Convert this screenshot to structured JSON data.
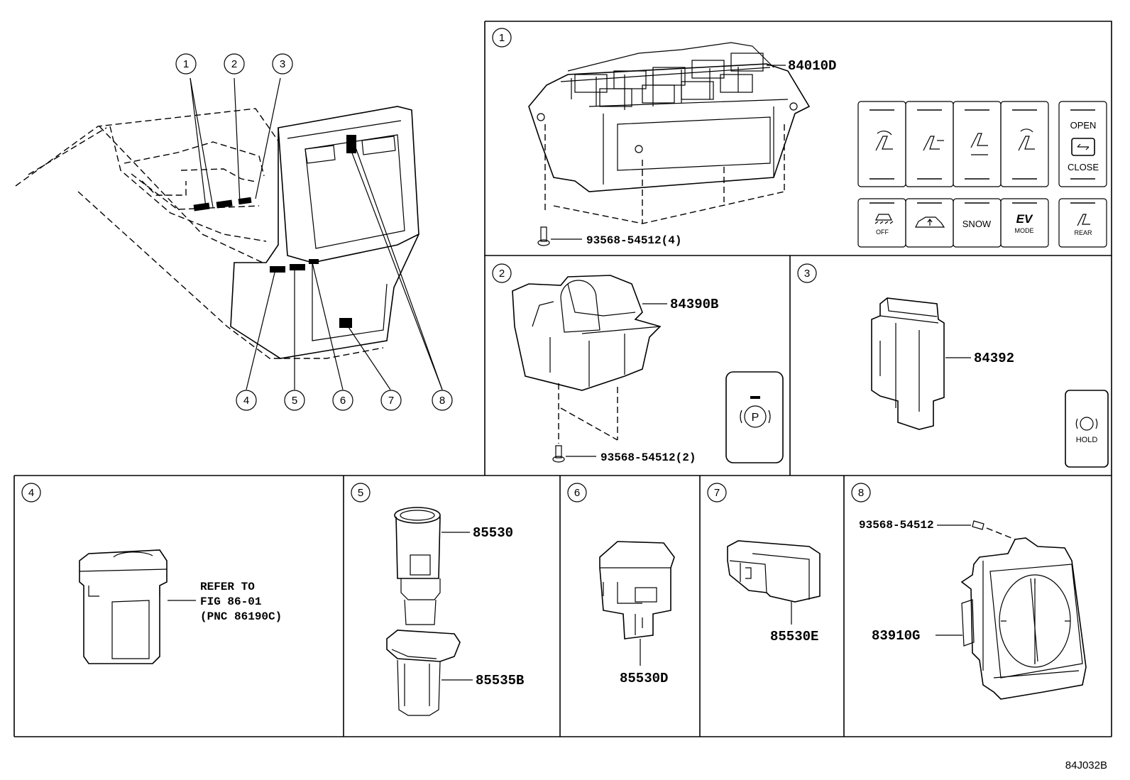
{
  "diagram_code": "84J032B",
  "overview": {
    "callouts": [
      "1",
      "2",
      "3",
      "4",
      "5",
      "6",
      "7",
      "8"
    ]
  },
  "panels": {
    "p1": {
      "num": "1",
      "part": "84010D",
      "screw": "93568-54512(4)",
      "buttons": {
        "open": "OPEN",
        "close": "CLOSE",
        "off": "OFF",
        "snow": "SNOW",
        "ev": "EV",
        "mode": "MODE",
        "rear": "REAR"
      }
    },
    "p2": {
      "num": "2",
      "part": "84390B",
      "screw": "93568-54512(2)",
      "symbol": "P"
    },
    "p3": {
      "num": "3",
      "part": "84392",
      "hold": "HOLD"
    },
    "p4": {
      "num": "4",
      "ref1": "REFER TO",
      "ref2": "FIG 86-01",
      "ref3": "(PNC 86190C)"
    },
    "p5": {
      "num": "5",
      "part_a": "85530",
      "part_b": "85535B"
    },
    "p6": {
      "num": "6",
      "part": "85530D"
    },
    "p7": {
      "num": "7",
      "part": "85530E"
    },
    "p8": {
      "num": "8",
      "part": "83910G",
      "screw": "93568-54512"
    }
  }
}
